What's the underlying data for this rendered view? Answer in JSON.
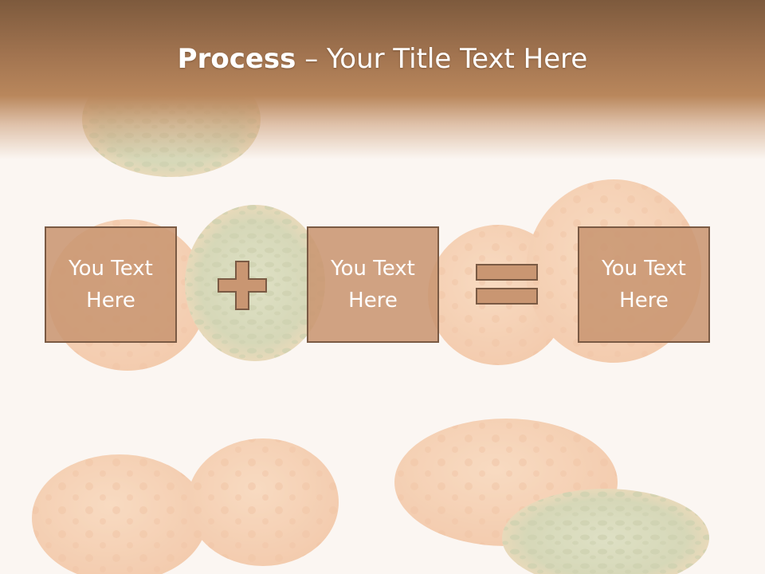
{
  "slide": {
    "title_bold": "Process",
    "title_separator": " – ",
    "title_rest": "Your Title Text Here",
    "boxes": [
      {
        "line1": "You Text",
        "line2": "Here"
      },
      {
        "line1": "You Text",
        "line2": "Here"
      },
      {
        "line1": "You Text",
        "line2": "Here"
      }
    ],
    "operators": [
      "plus-icon",
      "equals-icon"
    ]
  },
  "colors": {
    "header": "#a27450",
    "box_fill": "#c99672",
    "box_border": "#7a5a44",
    "background": "#fbf6f2",
    "text": "#ffffff"
  }
}
